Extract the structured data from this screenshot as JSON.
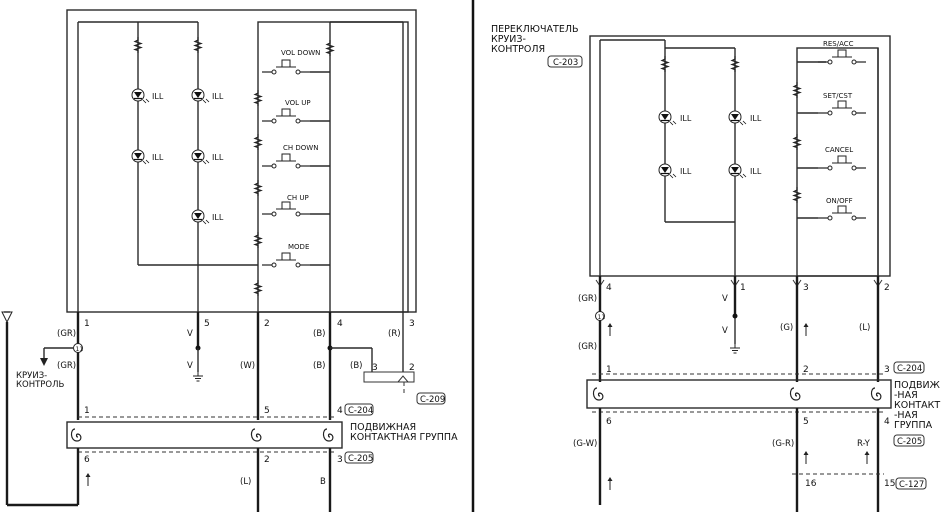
{
  "left": {
    "ill_label": "ILL",
    "switch_labels": [
      "VOL DOWN",
      "VOL UP",
      "CH DOWN",
      "CH UP",
      "MODE"
    ],
    "pins_top": [
      "1",
      "5",
      "2",
      "4",
      "3"
    ],
    "wire_colors": {
      "gr_a": "(GR)",
      "gr_b": "(GR)",
      "v_a": "V",
      "v_b": "V",
      "w": "(W)",
      "b_a": "(B)",
      "b_b": "(B)",
      "b_c": "(B)",
      "r": "(R)",
      "l": "(L)",
      "b_bottom": "B"
    },
    "splice": "11",
    "cruise_label_line1": "КРУИЗ-",
    "cruise_label_line2": "КОНТРОЛЬ",
    "c209_pins": [
      "3",
      "2"
    ],
    "c209": "C-209",
    "c204_pins": [
      "1",
      "5",
      "4"
    ],
    "c204": "C-204",
    "c205_pins": [
      "6",
      "2",
      "3"
    ],
    "c205": "C-205",
    "clockspring_line1": "ПОДВИЖНАЯ",
    "clockspring_line2": "КОНТАКТНАЯ ГРУППА"
  },
  "right": {
    "title_line1": "ПЕРЕКЛЮЧАТЕЛЬ",
    "title_line2": "КРУИЗ-",
    "title_line3": "КОНТРОЛЯ",
    "c203": "C-203",
    "ill_label": "ILL",
    "switch_labels": [
      "RES/ACC",
      "SET/CST",
      "CANCEL",
      "ON/OFF"
    ],
    "pins_top": [
      "4",
      "1",
      "3",
      "2"
    ],
    "wire_colors": {
      "gr_a": "(GR)",
      "gr_b": "(GR)",
      "v_a": "V",
      "v_b": "V",
      "g": "(G)",
      "l": "(L)",
      "gw": "(G-W)",
      "gr": "(G-R)",
      "ry": "R-Y"
    },
    "splice": "11",
    "c204_pins": [
      "1",
      "2",
      "3"
    ],
    "c204": "C-204",
    "clockspring_line1": "ПОДВИЖ",
    "clockspring_line2": "-НАЯ",
    "clockspring_line3": "КОНТАКТ",
    "clockspring_line4": "-НАЯ",
    "clockspring_line5": "ГРУППА",
    "c205_pins": [
      "6",
      "5",
      "4"
    ],
    "c205": "C-205",
    "c127_pins": [
      "16",
      "15"
    ],
    "c127": "C-127"
  }
}
